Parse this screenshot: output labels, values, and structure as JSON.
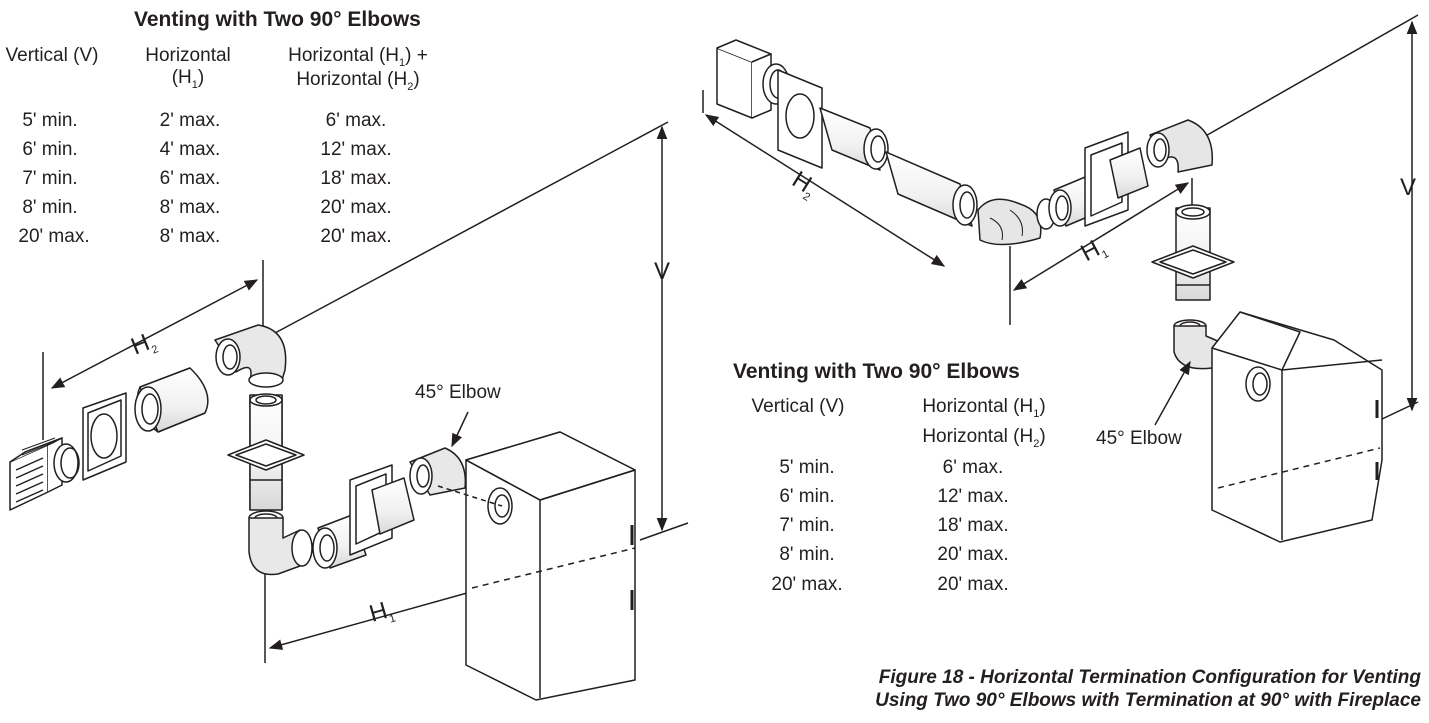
{
  "table_left": {
    "title": "Venting with Two 90° Elbows",
    "headers": {
      "vertical": "Vertical (V)",
      "h1_line1": "Horizontal",
      "h1_line2": "(H",
      "h1_sub": "1",
      "h1_close": ")",
      "sum_line1a": "Horizontal (H",
      "sum_line1_sub": "1",
      "sum_line1b": ") +",
      "sum_line2a": "Horizontal (H",
      "sum_line2_sub": "2",
      "sum_line2b": ")"
    },
    "rows": [
      {
        "v": "5' min.",
        "h1": "2' max.",
        "sum": "6' max."
      },
      {
        "v": "6' min.",
        "h1": "4' max.",
        "sum": "12' max."
      },
      {
        "v": "7' min.",
        "h1": "6' max.",
        "sum": "18' max."
      },
      {
        "v": "8' min.",
        "h1": "8' max.",
        "sum": "20' max."
      },
      {
        "v": "20' max.",
        "h1": "8' max.",
        "sum": "20' max."
      }
    ]
  },
  "table_right": {
    "title": "Venting with Two 90° Elbows",
    "headers": {
      "vertical": "Vertical (V)",
      "h1a": "Horizontal (H",
      "h1_sub": "1",
      "h1b": ")",
      "h2a": "Horizontal (H",
      "h2_sub": "2",
      "h2b": ")"
    },
    "rows": [
      {
        "v": "5' min.",
        "h": "6' max."
      },
      {
        "v": "6' min.",
        "h": "12' max."
      },
      {
        "v": "7' min.",
        "h": "18' max."
      },
      {
        "v": "8' min.",
        "h": "20' max."
      },
      {
        "v": "20' max.",
        "h": "20' max."
      }
    ]
  },
  "labels": {
    "elbow_left": "45° Elbow",
    "elbow_right": "45° Elbow",
    "v_left": "V",
    "v_right": "V",
    "h_letter": "H",
    "sub1": "1",
    "sub2": "2"
  },
  "caption": {
    "line1": "Figure 18 - Horizontal Termination Configuration for Venting",
    "line2": "Using Two 90° Elbows with Termination at 90° with Fireplace"
  }
}
